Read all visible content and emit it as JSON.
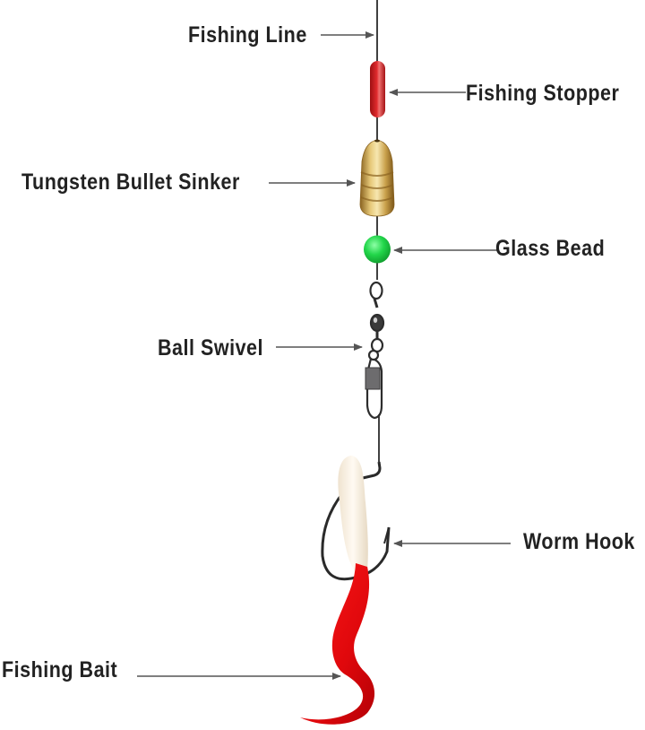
{
  "title": "Fishing Rig Components Diagram",
  "colors": {
    "line": "#111111",
    "arrow": "#555555",
    "label_text": "#222222",
    "stopper": "#c8191c",
    "sinker": "#c9a24a",
    "bead": "#22d64a",
    "metal": "#333333",
    "bait_body": "#f6efe4",
    "bait_tail": "#e0080c"
  },
  "labels": [
    {
      "id": "fishing-line",
      "text": "Fishing Line",
      "side": "left"
    },
    {
      "id": "fishing-stopper",
      "text": "Fishing Stopper",
      "side": "right"
    },
    {
      "id": "tungsten-bullet-sinker",
      "text": "Tungsten Bullet Sinker",
      "side": "left"
    },
    {
      "id": "glass-bead",
      "text": "Glass Bead",
      "side": "right"
    },
    {
      "id": "ball-swivel",
      "text": "Ball Swivel",
      "side": "left"
    },
    {
      "id": "worm-hook",
      "text": "Worm Hook",
      "side": "right"
    },
    {
      "id": "fishing-bait",
      "text": "Fishing Bait",
      "side": "left"
    }
  ]
}
